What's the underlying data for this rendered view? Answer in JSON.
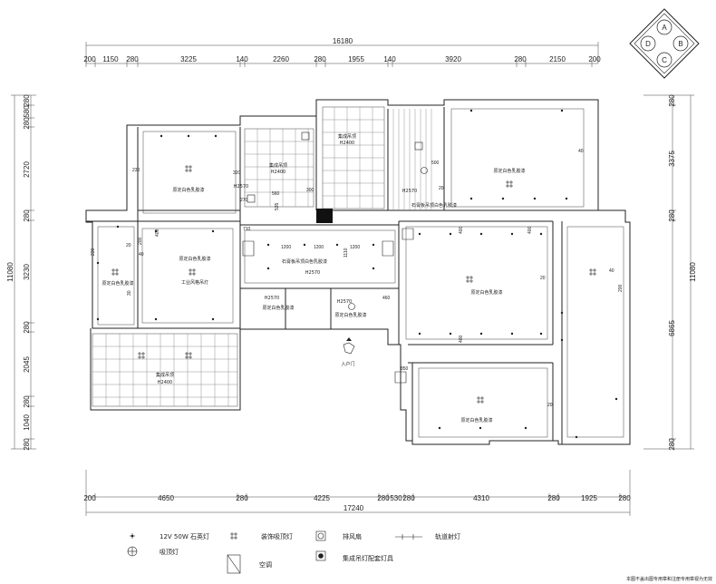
{
  "dimensions": {
    "top_total": "16180",
    "top": [
      "200",
      "1150",
      "280",
      "3225",
      "140",
      "2260",
      "280",
      "1955",
      "140",
      "3920",
      "280",
      "2150",
      "200"
    ],
    "bottom_total": "17240",
    "bottom": [
      "200",
      "4650",
      "280",
      "4225",
      "280",
      "530",
      "280",
      "4310",
      "280",
      "1925",
      "280"
    ],
    "left_total": "11080",
    "left": [
      "280",
      "580",
      "280",
      "2720",
      "280",
      "3230",
      "280",
      "2045",
      "280",
      "1040",
      "280"
    ],
    "right_total": "11080",
    "right": [
      "280",
      "3375",
      "280",
      "6865",
      "280"
    ]
  },
  "compass": {
    "a": "A",
    "b": "B",
    "c": "C",
    "d": "D"
  },
  "rooms": {
    "r1": "原定白色乳胶漆",
    "r2": "原定白色乳胶漆",
    "r2b": "工业风格吊灯",
    "r3": "集成吊顶",
    "r3h": "H2400",
    "r4": "集成吊顶",
    "r4h": "H2400",
    "r5": "原定白色乳胶漆",
    "r6": "石膏板吊顶白色乳胶漆",
    "r6h": "H2570",
    "r7": "石膏板吊顶白色乳胶漆",
    "r7h": "H2570",
    "r8": "原定白色乳胶漆",
    "r9": "原定白色乳胶漆",
    "r10": "原定白色乳胶漆",
    "r11": "原定白色乳胶漆",
    "r12": "集成吊顶",
    "r12h": "H2400",
    "r13h": "H2570",
    "r14h": "H2570",
    "r15h": "H2570",
    "r16": "原定白色乳胶漆",
    "entry": "入户门"
  },
  "inner_dims": {
    "d1200a": "1200",
    "d1200b": "1200",
    "d1200c": "1200",
    "d1110": "1110",
    "d710": "710",
    "d560": "560",
    "d300": "300",
    "d535": "535",
    "d270": "270",
    "d460": "460",
    "d400a": "400",
    "d400b": "400",
    "d400c": "400",
    "d400d": "400",
    "d320": "320",
    "d230a": "230",
    "d230b": "230",
    "d200a": "200",
    "d200b": "200",
    "d40a": "40",
    "d40b": "40",
    "d40c": "40",
    "d20a": "20",
    "d20b": "20",
    "d20c": "20",
    "d20d": "20",
    "d30": "30",
    "d500": "500",
    "d850": "850"
  },
  "legend": {
    "i1": "12V 50W 石英灯",
    "i2": "装饰吸顶灯",
    "i3": "排风扇",
    "i4": "轨道射灯",
    "i5": "吸顶灯",
    "i6": "集成吊灯配套灯具",
    "i7": "空调"
  },
  "footnote": "本图不盖出图专用章和注册专用章视为无效"
}
